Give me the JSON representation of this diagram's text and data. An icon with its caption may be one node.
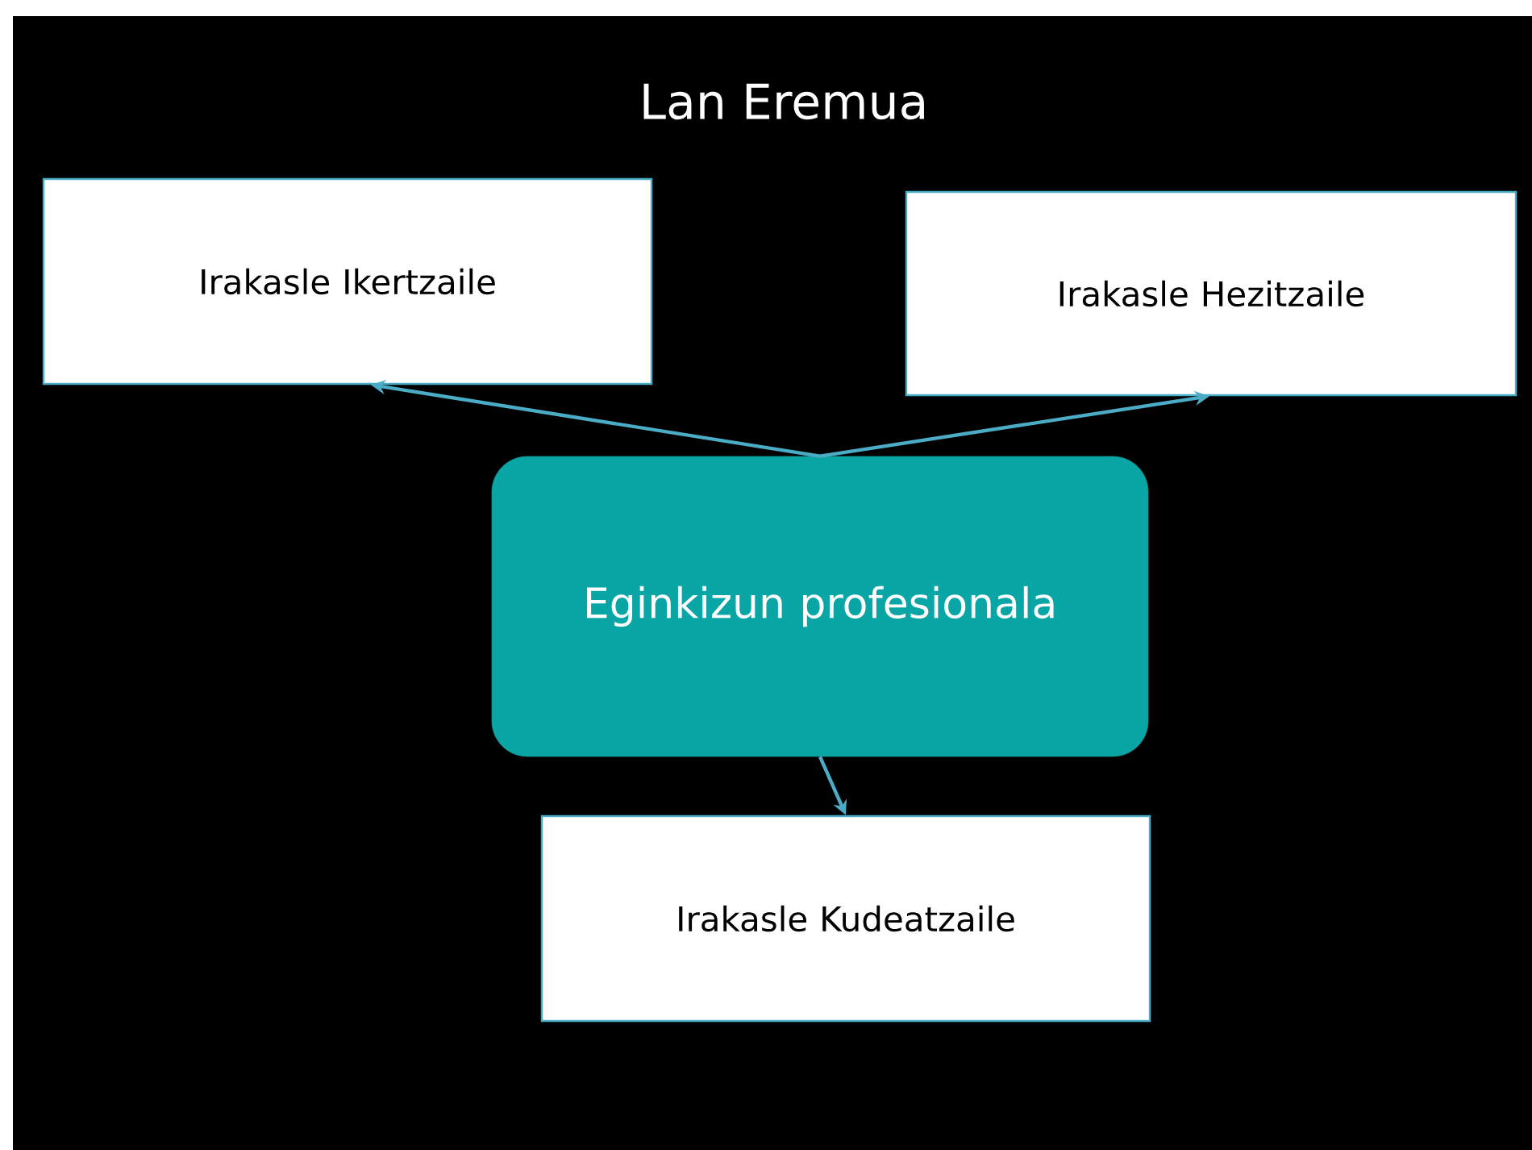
{
  "diagram": {
    "title": "Lan Eremua",
    "nodes": [
      {
        "text": [
          "Irakasle Ikertzaile"
        ]
      },
      {
        "text": [
          "Irakasle Hezitzaile"
        ]
      },
      {
        "text": [
          "Eginkizun profesionala"
        ]
      },
      {
        "text": [
          "Irakasle Kudeatzaile"
        ]
      }
    ],
    "edges": [
      {
        "from": 2,
        "to": 0,
        "arrow": "to"
      },
      {
        "from": 2,
        "to": 1,
        "arrow": "to"
      },
      {
        "from": 2,
        "to": 3,
        "arrow": "to"
      }
    ]
  }
}
